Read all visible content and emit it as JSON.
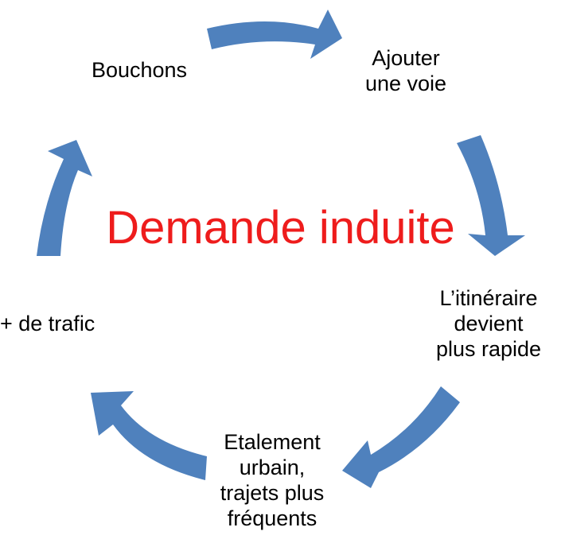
{
  "title": "Demande induite",
  "colors": {
    "arrow": "#4f81bd",
    "title": "#ee1c1c",
    "text": "#000000"
  },
  "steps": [
    {
      "id": "bouchons",
      "lines": [
        "Bouchons"
      ]
    },
    {
      "id": "ajouter-voie",
      "lines": [
        "Ajouter",
        "une voie"
      ]
    },
    {
      "id": "itineraire-rapide",
      "lines": [
        "L’itinéraire",
        "devient",
        "plus rapide"
      ]
    },
    {
      "id": "etalement",
      "lines": [
        "Etalement",
        "urbain,",
        "trajets plus",
        "fréquents"
      ]
    },
    {
      "id": "plus-trafic",
      "lines": [
        "+ de trafic"
      ]
    }
  ]
}
